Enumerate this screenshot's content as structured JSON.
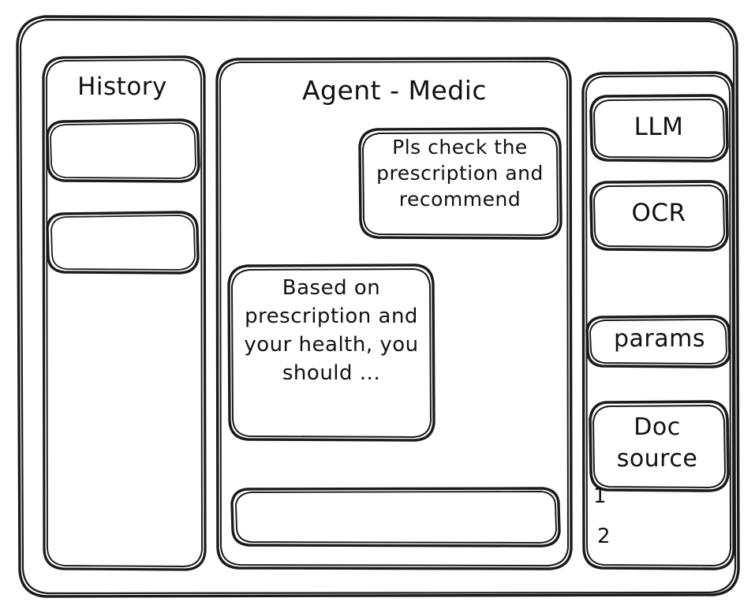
{
  "window": {
    "style": "hand-drawn-wireframe",
    "stroke_color": "#1a1a1a",
    "background_color": "#ffffff"
  },
  "sidebar_left": {
    "title": "History",
    "items": [
      {
        "label": ""
      },
      {
        "label": ""
      }
    ]
  },
  "main": {
    "title": "Agent - Medic",
    "messages": [
      {
        "role": "user",
        "align": "right",
        "text": "Pls check the prescription and recommend"
      },
      {
        "role": "assistant",
        "align": "left",
        "text": "Based on prescription and your health, you should ..."
      }
    ],
    "composer": {
      "value": "",
      "placeholder": ""
    }
  },
  "sidebar_right": {
    "buttons": [
      {
        "label": "LLM"
      },
      {
        "label": "OCR"
      },
      {
        "label": "params"
      }
    ],
    "doc_source": {
      "label": "Doc\nsource",
      "items": [
        {
          "label": "1"
        },
        {
          "label": "2"
        }
      ]
    }
  }
}
